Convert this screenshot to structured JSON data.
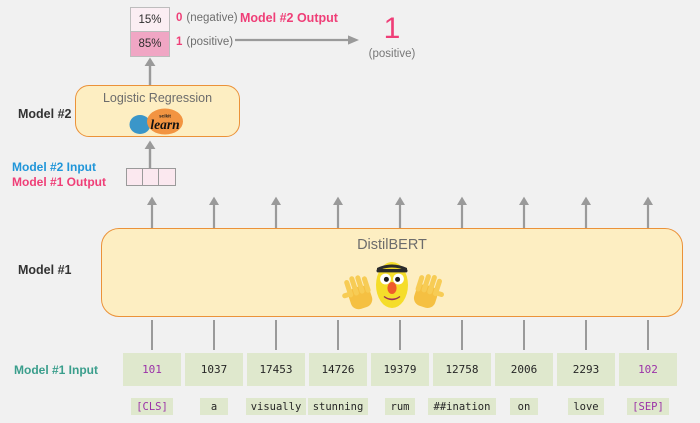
{
  "colors": {
    "background": "#f1f1f1",
    "box_fill": "#fdeec2",
    "box_border": "#eb9239",
    "pink_accent": "#ef3e77",
    "blue_accent": "#2196d9",
    "teal_accent": "#3a9e8c",
    "token_box": "#dfe8cd",
    "token_special_text": "#9b32a8",
    "prob_pos_fill": "#f0a6c4",
    "prob_neg_fill": "#fbeef3",
    "arrow_gray": "#9a9a9a"
  },
  "output": {
    "probabilities": [
      {
        "percent": "15%",
        "class_id": "0",
        "class_label": "(negative)",
        "kind": "negative"
      },
      {
        "percent": "85%",
        "class_id": "1",
        "class_label": "(positive)",
        "kind": "positive"
      }
    ],
    "arrow_label": "Model #2 Output",
    "prediction": "1",
    "prediction_label": "(positive)"
  },
  "model2": {
    "side_label": "Model #2",
    "title": "Logistic Regression",
    "logo_name": "scikit-learn-logo",
    "logo_top_text": "scikit",
    "logo_main_text": "learn"
  },
  "interface": {
    "model2_input_label": "Model #2 Input",
    "model1_output_label": "Model #1 Output",
    "vector_cell_count": 3
  },
  "model1": {
    "side_label": "Model #1",
    "title": "DistilBERT",
    "mascot_name": "bert-character-with-raised-hands",
    "output_arrow_count": 9
  },
  "input": {
    "label": "Model #1 Input",
    "tokens": [
      {
        "id": "101",
        "text": "[CLS]",
        "special": true
      },
      {
        "id": "1037",
        "text": "a",
        "special": false
      },
      {
        "id": "17453",
        "text": "visually",
        "special": false
      },
      {
        "id": "14726",
        "text": "stunning",
        "special": false
      },
      {
        "id": "19379",
        "text": "rum",
        "special": false
      },
      {
        "id": "12758",
        "text": "##ination",
        "special": false
      },
      {
        "id": "2006",
        "text": "on",
        "special": false
      },
      {
        "id": "2293",
        "text": "love",
        "special": false
      },
      {
        "id": "102",
        "text": "[SEP]",
        "special": true
      }
    ]
  }
}
